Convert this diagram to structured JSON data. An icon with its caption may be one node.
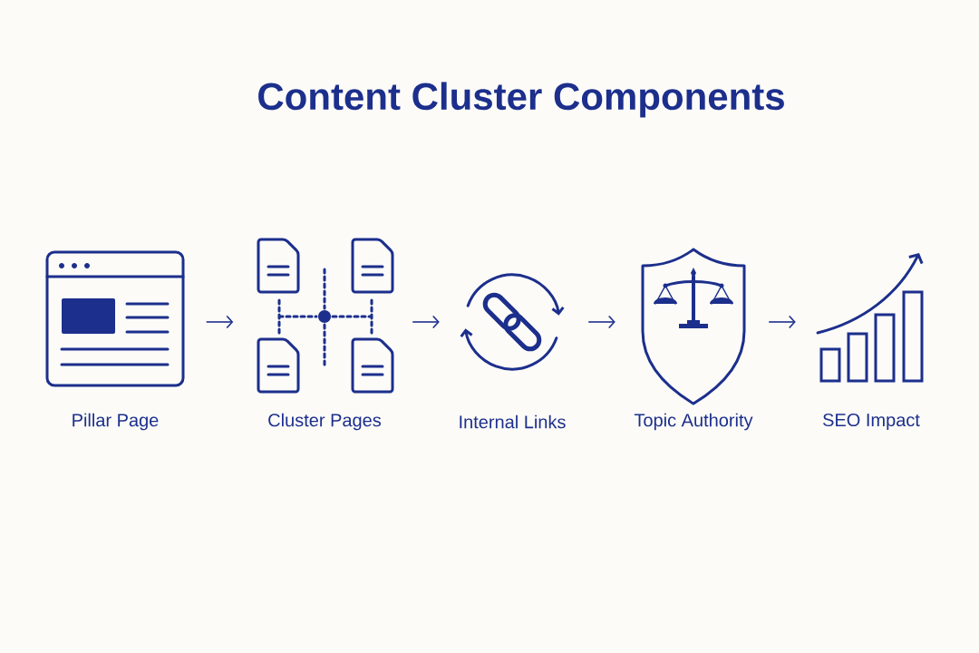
{
  "diagram": {
    "title": "Content Cluster Components",
    "nodes": [
      {
        "text": [
          "Pillar Page"
        ]
      },
      {
        "text": [
          "Cluster Pages"
        ]
      },
      {
        "text": [
          "Internal Links"
        ]
      },
      {
        "text": [
          "Topic Authority"
        ]
      },
      {
        "text": [
          "SEO Impact"
        ]
      }
    ],
    "edges": [
      {
        "from": 0,
        "to": 1,
        "arrow": "to"
      },
      {
        "from": 1,
        "to": 2,
        "arrow": "to"
      },
      {
        "from": 2,
        "to": 3,
        "arrow": "to"
      },
      {
        "from": 3,
        "to": 4,
        "arrow": "to"
      }
    ]
  }
}
